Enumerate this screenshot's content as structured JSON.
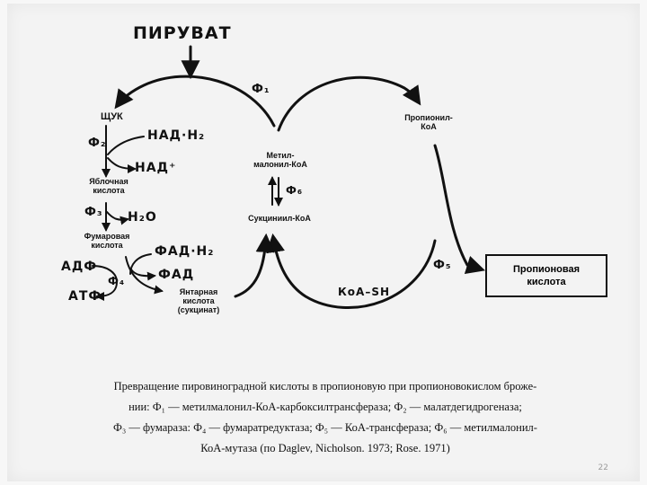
{
  "diagram": {
    "nodes": {
      "pyruvate": "ПИРУВАТ",
      "oxaloacetate": "ЩУК",
      "nadh": "НАД·Н₂",
      "nad": "НАД⁺",
      "malic_acid_1": "Яблочная",
      "malic_acid_2": "кислота",
      "water": "Н₂О",
      "fumaric_acid_1": "Фумаровая",
      "fumaric_acid_2": "кислота",
      "fadh": "ФАД·Н₂",
      "fad": "ФАД",
      "adp": "АДФ",
      "atp": "АТФ",
      "succinic_acid_1": "Янтарная",
      "succinic_acid_2": "кислота",
      "succinic_acid_3": "(сукцинат)",
      "methylmalonyl_1": "Метил-",
      "methylmalonyl_2": "малонил-КоА",
      "succinyl_coa": "Сукциниил-КоА",
      "propionyl_coa_1": "Пропионил-",
      "propionyl_coa_2": "КоА",
      "coa_sh": "КоА–SН",
      "propionic_acid_1": "Пропионовая",
      "propionic_acid_2": "кислота"
    },
    "enzymes": {
      "f1": "Ф₁",
      "f2": "Ф₂",
      "f3": "Ф₃",
      "f4": "Ф₄",
      "f5": "Ф₅",
      "f6": "Ф₆"
    }
  },
  "caption": {
    "line1": "Превращение пировиноградной кислоты в пропионовую при пропионовокислом броже-",
    "line2": "нии: Ф₁ — метилмалонил-КоА-карбоксилтрансфераза; Ф₂ — малатдегидрогеназа;",
    "line3": "Ф₃ — фумараза: Ф₄ — фумаратредуктаза; Ф₅ — КоА-трансфераза; Ф₆ — метилмалонил-",
    "line4": "КоА-мутаза (по Daglev, Nicholson. 1973; Rose. 1971)"
  },
  "page_number": "22"
}
